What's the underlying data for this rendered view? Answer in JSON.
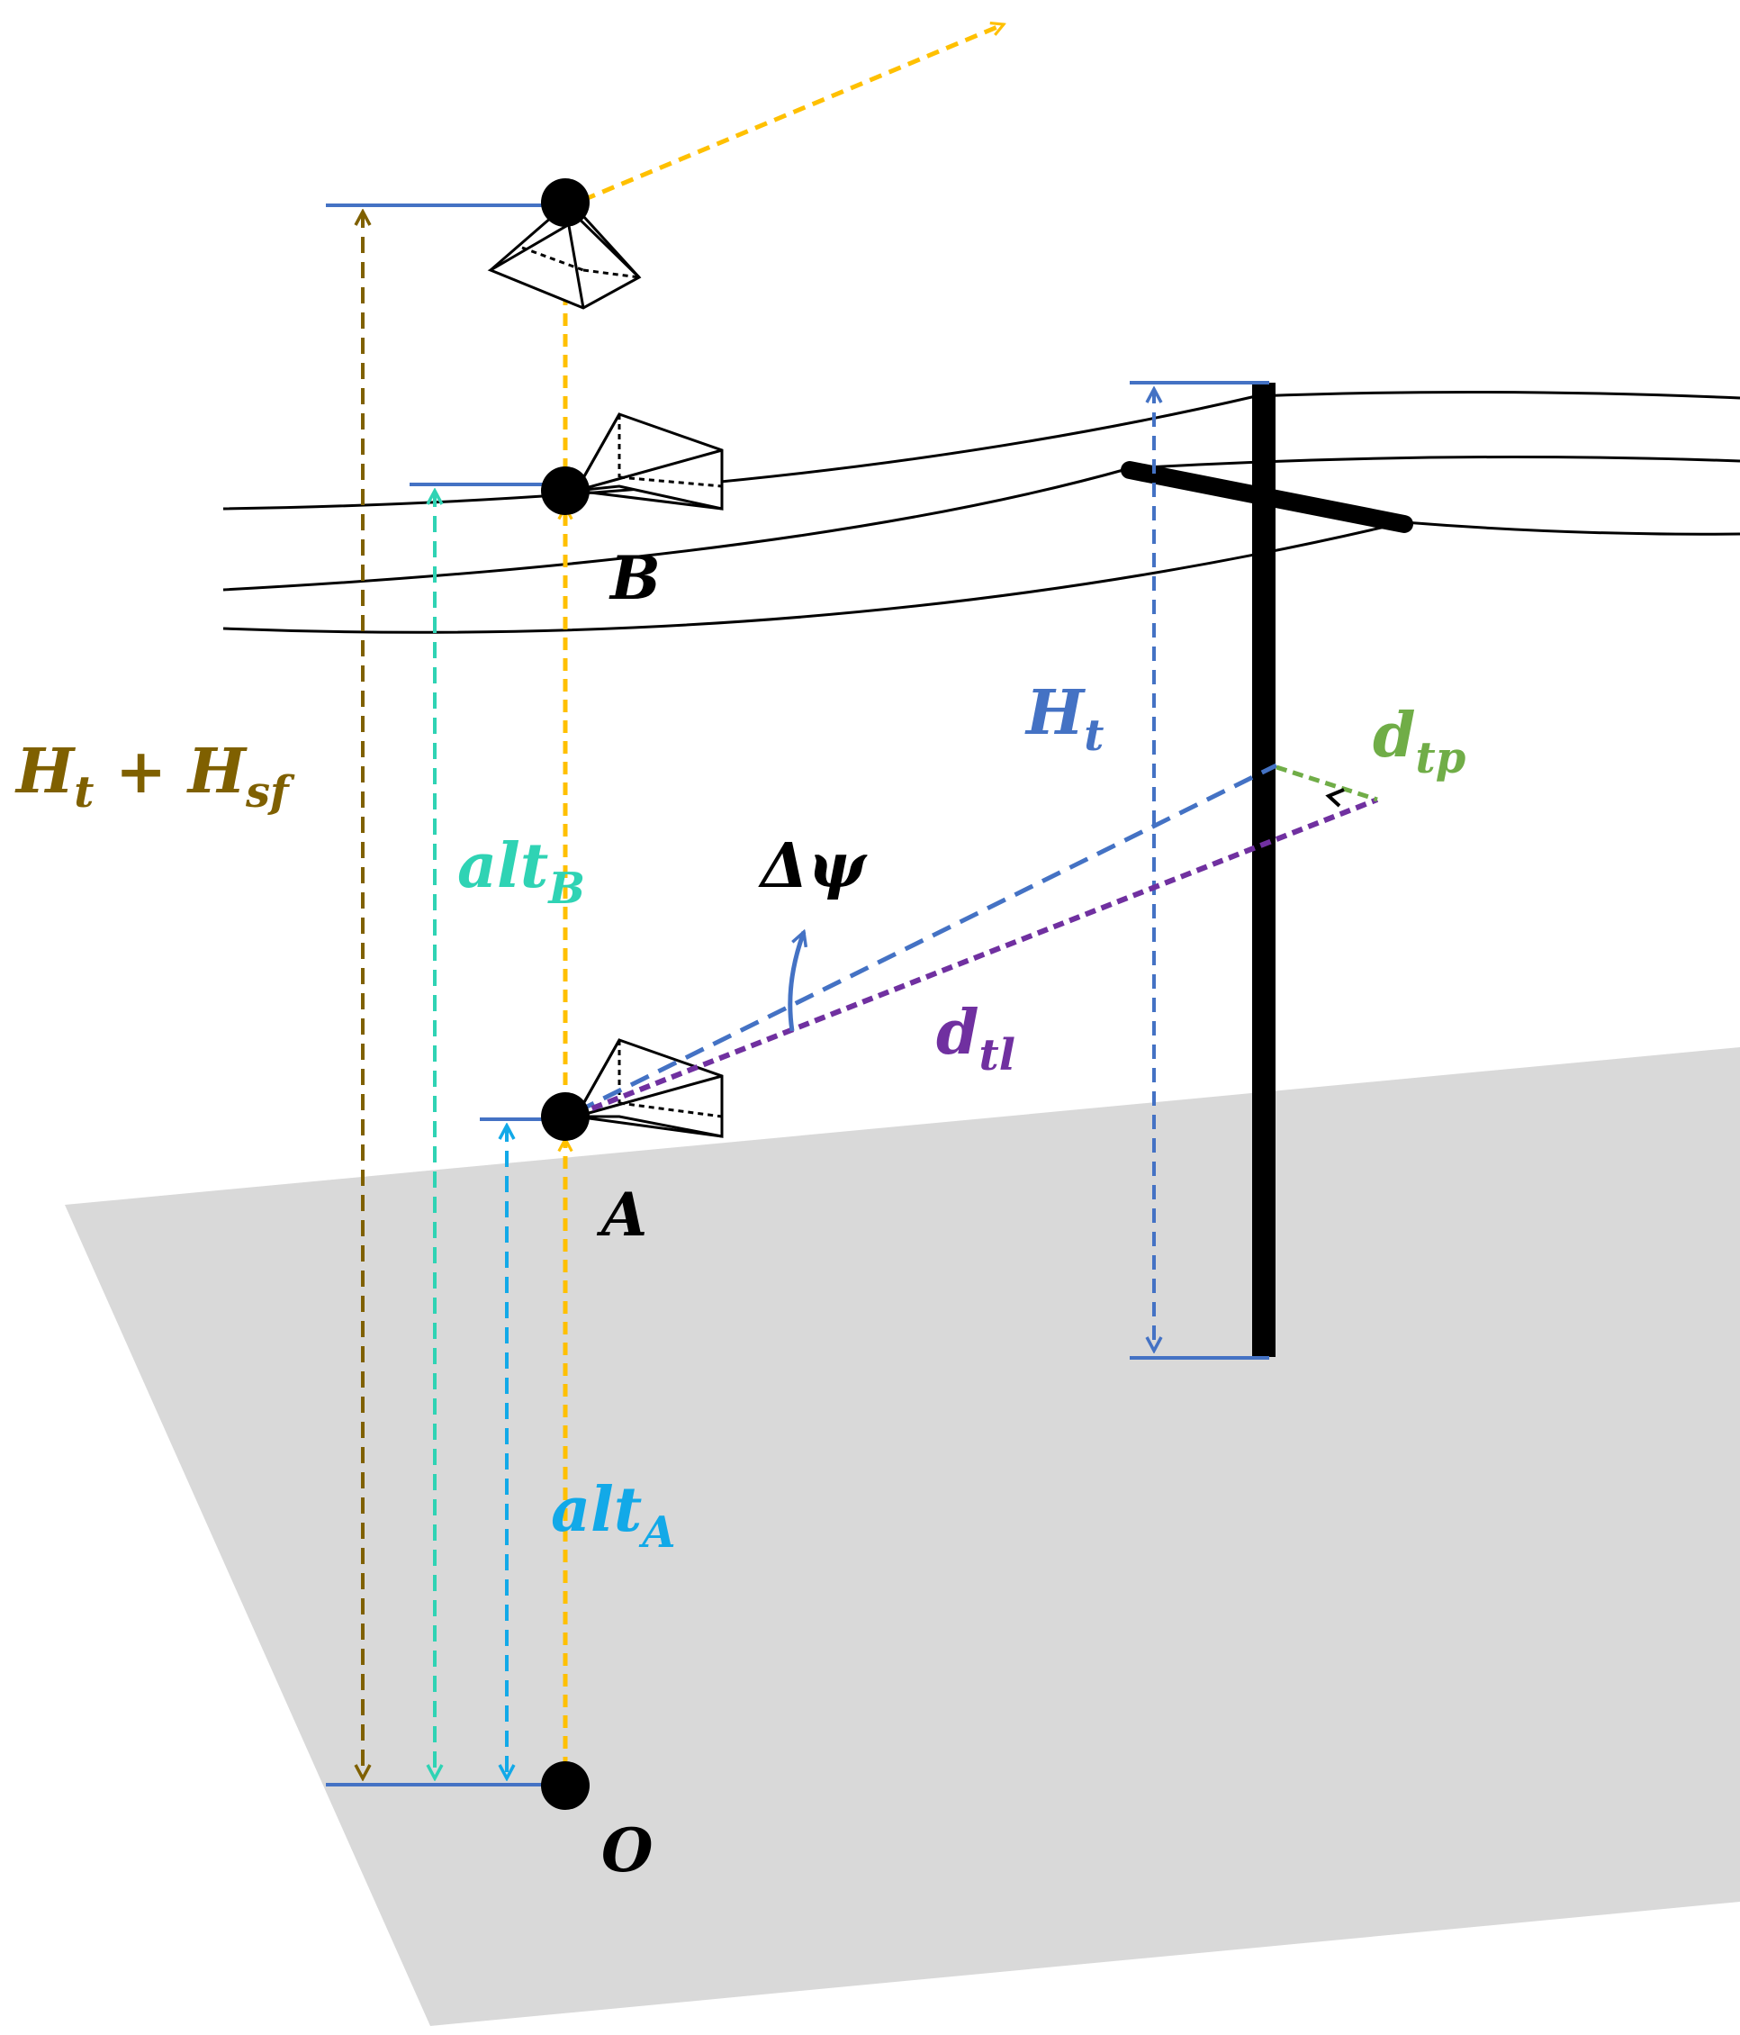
{
  "labels": {
    "point_o": "O",
    "point_a": "A",
    "point_b": "B",
    "delta_psi": "Δψ",
    "ht_main": "H",
    "ht_sub": "t",
    "hsf_main_left": "H",
    "hsf_sub_left": "t",
    "hsf_plus": " + ",
    "hsf_main_right": "H",
    "hsf_sub_right": "sf",
    "alt_b_main": "alt",
    "alt_b_sub": "B",
    "alt_a_main": "alt",
    "alt_a_sub": "A",
    "dtl_main": "d",
    "dtl_sub": "tl",
    "dtp_main": "d",
    "dtp_sub": "tp"
  },
  "colors": {
    "ground": "#d9d9d9",
    "trajectory": "#ffc000",
    "height_ref": "#4472c4",
    "total_height": "#7f6000",
    "alt_b": "#2fd3b4",
    "alt_a": "#12a9e8",
    "dtl": "#7030a0",
    "dtp": "#70ad47",
    "ink": "#000000"
  }
}
